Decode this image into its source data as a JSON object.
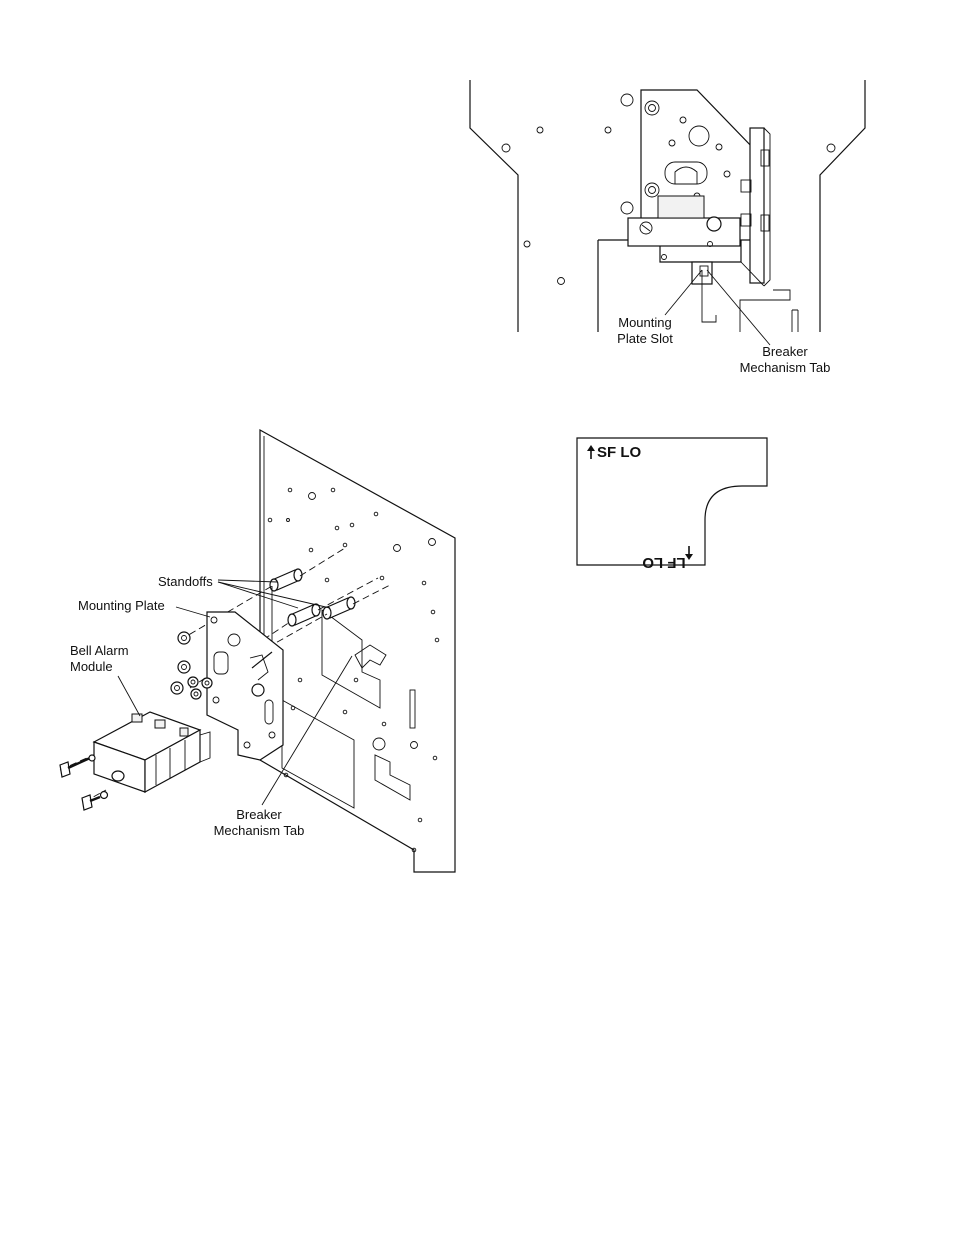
{
  "figures": {
    "top_detail": {
      "label_slot_line1": "Mounting",
      "label_slot_line2": "Plate Slot",
      "label_tab_line1": "Breaker",
      "label_tab_line2": "Mechanism Tab"
    },
    "label_card": {
      "top_text": "SF LO",
      "bottom_text": "LF LO",
      "arrow_symbol": "arrow-icon"
    },
    "exploded_view": {
      "label_standoffs": "Standoffs",
      "label_mounting_plate": "Mounting Plate",
      "label_module_line1": "Bell Alarm",
      "label_module_line2": "Module",
      "label_tab_line1": "Breaker",
      "label_tab_line2": "Mechanism Tab"
    }
  }
}
